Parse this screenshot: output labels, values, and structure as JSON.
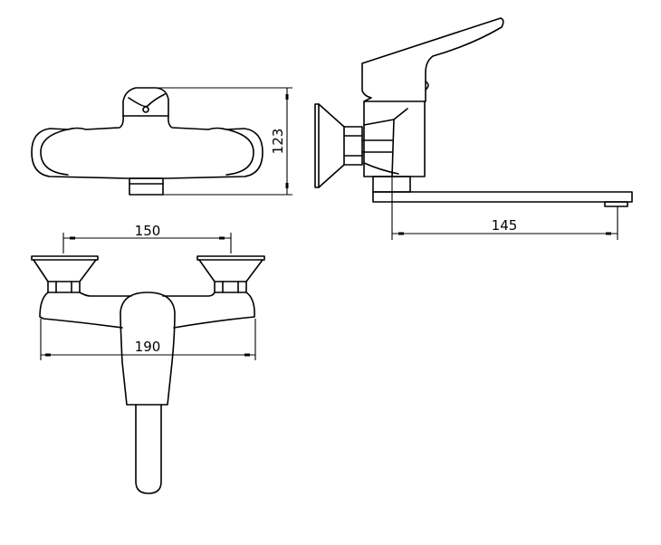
{
  "drawing": {
    "line_color": "#000000",
    "background": "#ffffff",
    "dimensions": {
      "top_view_height": "123",
      "side_view_spout_reach": "145",
      "front_view_inlet_spacing": "150",
      "front_view_overall_width": "190"
    }
  }
}
